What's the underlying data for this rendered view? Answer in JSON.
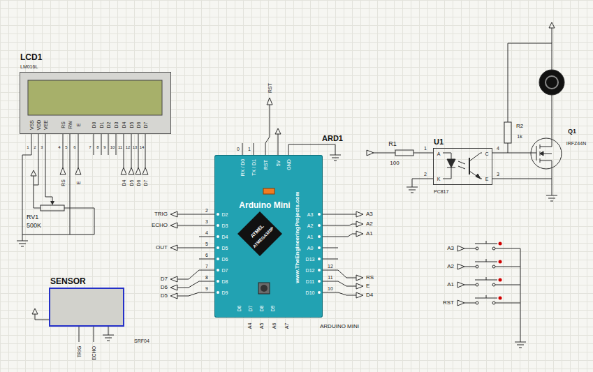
{
  "diagram": {
    "nodes": [
      {
        "text": [
          "LCD1",
          "LM016L"
        ]
      },
      {
        "text": [
          "ARD1",
          "Arduino Mini"
        ]
      },
      {
        "text": [
          "U1",
          "PC817"
        ]
      },
      {
        "text": [
          "SENSOR"
        ]
      }
    ],
    "labels": [
      "VSS",
      "VDD",
      "VEE",
      "RS",
      "RW",
      "E",
      "D0",
      "D1",
      "D2",
      "D3",
      "D4",
      "D5",
      "D6",
      "D7",
      "1",
      "2",
      "3",
      "4",
      "5",
      "6",
      "7",
      "8",
      "9",
      "10",
      "11",
      "12",
      "13",
      "14",
      "RS",
      "E",
      "D4",
      "D5",
      "D6",
      "D7",
      "RV1",
      "500K",
      "0",
      "1",
      "RX / D0",
      "TX / D1",
      "RST",
      "5V",
      "GND",
      "RST",
      "2",
      "3",
      "4",
      "5",
      "6",
      "7",
      "8",
      "9",
      "D2",
      "D3",
      "D4",
      "D5",
      "D6",
      "D7",
      "D8",
      "D9",
      "TRIG",
      "ECHO",
      "OUT",
      "D7",
      "D6",
      "D5",
      "A3",
      "A2",
      "A1",
      "A0",
      "D13",
      "D12",
      "D11",
      "D10",
      "12",
      "11",
      "10",
      "A3",
      "A2",
      "A1",
      "RS",
      "E",
      "D4",
      "D6",
      "D7",
      "D8",
      "D9",
      "A4",
      "A5",
      "A6",
      "A7",
      "ATMEL",
      "ATMEGA328P",
      "www.TheEngineeringProjects.com",
      "ARDUINO MINI",
      "A",
      "K",
      "C",
      "E",
      "1",
      "2",
      "4",
      "3",
      "R1",
      "100",
      "R2",
      "1k",
      "Q1",
      "IRFZ44N",
      "A3",
      "A2",
      "A1",
      "RST",
      "SRF04",
      "TRIG",
      "ECHO"
    ]
  }
}
